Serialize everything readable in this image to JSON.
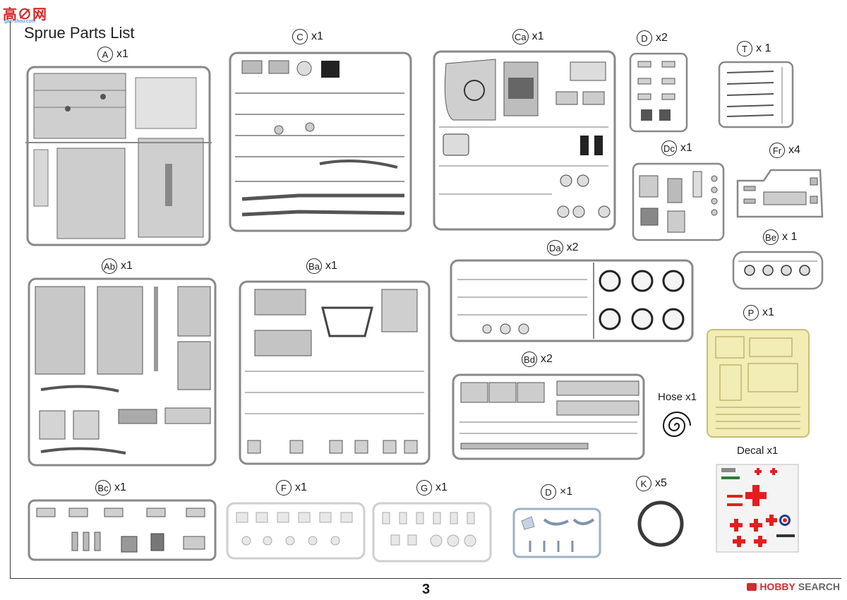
{
  "watermark": {
    "main": "高∅网",
    "sub": "gao-shou.com"
  },
  "title": "Sprue Parts List",
  "sprues": [
    {
      "id": "A",
      "code": "A",
      "qty": "x1"
    },
    {
      "id": "C",
      "code": "C",
      "qty": "x1"
    },
    {
      "id": "Ca",
      "code": "Ca",
      "qty": "x1"
    },
    {
      "id": "D1",
      "code": "D",
      "qty": "x2"
    },
    {
      "id": "T",
      "code": "T",
      "qty": "x 1"
    },
    {
      "id": "Dc",
      "code": "Dc",
      "qty": "x1"
    },
    {
      "id": "Fr",
      "code": "Fr",
      "qty": "x4"
    },
    {
      "id": "Be",
      "code": "Be",
      "qty": "x 1"
    },
    {
      "id": "Ab",
      "code": "Ab",
      "qty": "x1"
    },
    {
      "id": "Ba",
      "code": "Ba",
      "qty": "x1"
    },
    {
      "id": "Da",
      "code": "Da",
      "qty": "x2"
    },
    {
      "id": "P",
      "code": "P",
      "qty": "x1"
    },
    {
      "id": "Bd",
      "code": "Bd",
      "qty": "x2"
    },
    {
      "id": "Bc",
      "code": "Bc",
      "qty": "x1"
    },
    {
      "id": "F",
      "code": "F",
      "qty": "x1"
    },
    {
      "id": "G",
      "code": "G",
      "qty": "x1"
    },
    {
      "id": "D2",
      "code": "D",
      "qty": "×1"
    },
    {
      "id": "K",
      "code": "K",
      "qty": "x5"
    }
  ],
  "hose_label": "Hose x1",
  "decal_label": "Decal  x1",
  "page_number": "3",
  "footer_brand": {
    "prefix": "HOBBY",
    "suffix": " SEARCH"
  },
  "colors": {
    "sprue_gray": "#c9c9c9",
    "sprue_light": "#e6e6e6",
    "photo_etch": "#f2ecb5",
    "decal_red": "#e02020"
  }
}
